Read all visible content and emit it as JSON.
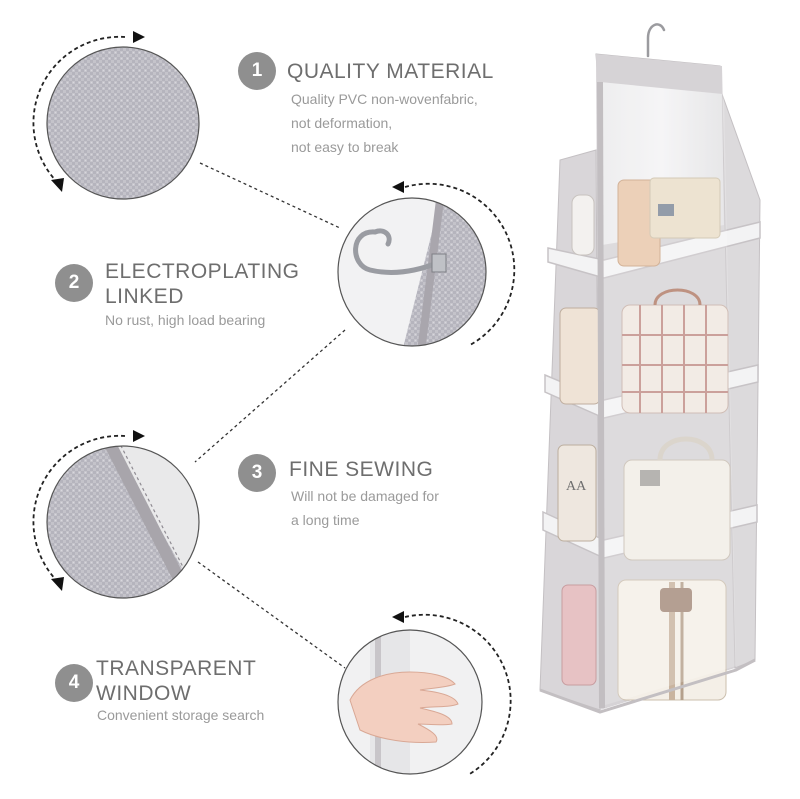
{
  "features": [
    {
      "number": "1",
      "title_lines": [
        "QUALITY MATERIAL"
      ],
      "desc_lines": [
        "Quality PVC non-wovenfabric,",
        "not deformation,",
        "not easy to break"
      ]
    },
    {
      "number": "2",
      "title_lines": [
        "ELECTROPLATING",
        "LINKED"
      ],
      "desc_lines": [
        "No rust, high load bearing"
      ]
    },
    {
      "number": "3",
      "title_lines": [
        "FINE SEWING"
      ],
      "desc_lines": [
        "Will not be damaged for",
        "a long time"
      ]
    },
    {
      "number": "4",
      "title_lines": [
        "TRANSPARENT",
        "WINDOW"
      ],
      "desc_lines": [
        "Convenient storage search"
      ]
    }
  ],
  "colors": {
    "badge": "#8f8f8f",
    "title": "#6e6e6e",
    "desc": "#9a9a9a",
    "fabric": "#c9c5c8"
  },
  "icons": [
    "fabric-texture-closeup",
    "metal-hook-closeup",
    "stitching-closeup",
    "hand-window-closeup",
    "hanging-organizer-product"
  ]
}
